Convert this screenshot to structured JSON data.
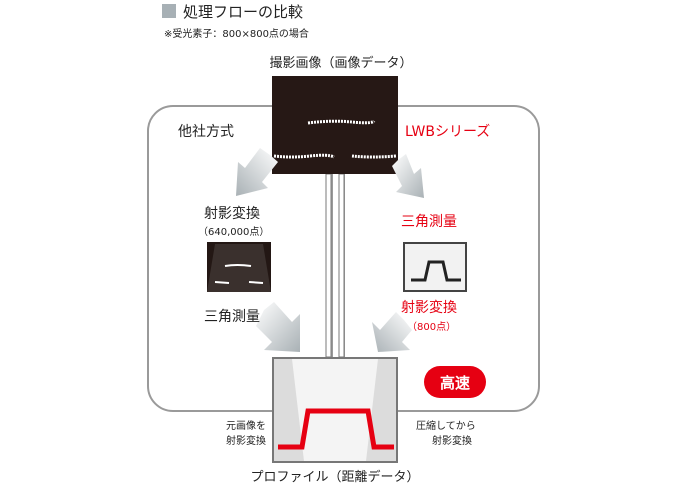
{
  "header": {
    "title": "処理フローの比較",
    "subtitle": "※受光素子：800×800点の場合"
  },
  "capture": {
    "label": "撮影画像（画像データ）"
  },
  "left_panel": {
    "title": "他社方式",
    "step1": "射影変換",
    "step1_note": "（640,000点）",
    "step2": "三角測量"
  },
  "right_panel": {
    "title": "LWBシリーズ",
    "step1": "三角測量",
    "step2": "射影変換",
    "step2_note": "（800点）",
    "badge": "高速"
  },
  "notes": {
    "left_line1": "元画像を",
    "left_line2": "射影変換",
    "right_line1": "圧縮してから",
    "right_line2": "射影変換"
  },
  "output": {
    "label": "プロファイル（距離データ）"
  },
  "colors": {
    "accent_red": "#e60012",
    "panel_border": "#9a9a9a",
    "dark_image": "#261815"
  }
}
